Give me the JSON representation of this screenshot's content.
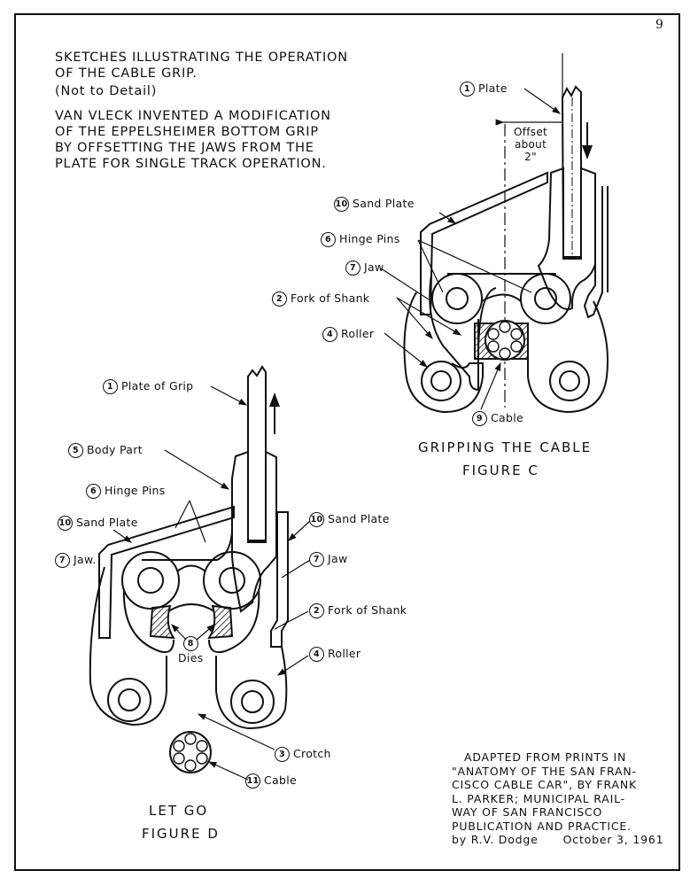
{
  "page_number": "9",
  "header": {
    "title_lines": [
      "SKETCHES ILLUSTRATING THE OPERATION",
      "OF THE CABLE GRIP."
    ],
    "note": "(Not to Detail)",
    "description_lines": [
      "VAN VLECK INVENTED A MODIFICATION",
      "OF THE EPPELSHEIMER BOTTOM GRIP",
      "BY OFFSETTING THE JAWS FROM THE",
      "PLATE FOR SINGLE TRACK OPERATION."
    ]
  },
  "figure_c": {
    "caption_line1": "GRIPPING THE CABLE",
    "caption_line2": "FIGURE C",
    "offset_label": [
      "Offset",
      "about",
      "2\""
    ],
    "labels": [
      {
        "num": "1",
        "text": "Plate"
      },
      {
        "num": "10",
        "text": "Sand Plate"
      },
      {
        "num": "6",
        "text": "Hinge Pins"
      },
      {
        "num": "7",
        "text": "Jaw"
      },
      {
        "num": "2",
        "text": "Fork of Shank"
      },
      {
        "num": "4",
        "text": "Roller"
      },
      {
        "num": "9",
        "text": "Cable"
      }
    ]
  },
  "figure_d": {
    "caption_line1": "LET GO",
    "caption_line2": "FIGURE D",
    "labels": [
      {
        "num": "1",
        "text": "Plate of Grip"
      },
      {
        "num": "5",
        "text": "Body Part"
      },
      {
        "num": "6",
        "text": "Hinge Pins"
      },
      {
        "num": "10",
        "text": "Sand Plate"
      },
      {
        "num": "7",
        "text": "Jaw."
      },
      {
        "num": "10",
        "text": "Sand Plate"
      },
      {
        "num": "7",
        "text": "Jaw"
      },
      {
        "num": "2",
        "text": "Fork of Shank"
      },
      {
        "num": "4",
        "text": "Roller"
      },
      {
        "num": "8",
        "text": "Dies"
      },
      {
        "num": "3",
        "text": "Crotch"
      },
      {
        "num": "11",
        "text": "Cable"
      }
    ]
  },
  "credit": {
    "lines": [
      "ADAPTED FROM PRINTS IN",
      "\"ANATOMY OF THE SAN FRAN-",
      "CISCO CABLE CAR\", BY FRANK",
      "L. PARKER; MUNICIPAL RAIL-",
      "WAY OF SAN FRANCISCO",
      "PUBLICATION AND PRACTICE."
    ],
    "author": "by R.V. Dodge",
    "date": "October 3, 1961"
  }
}
